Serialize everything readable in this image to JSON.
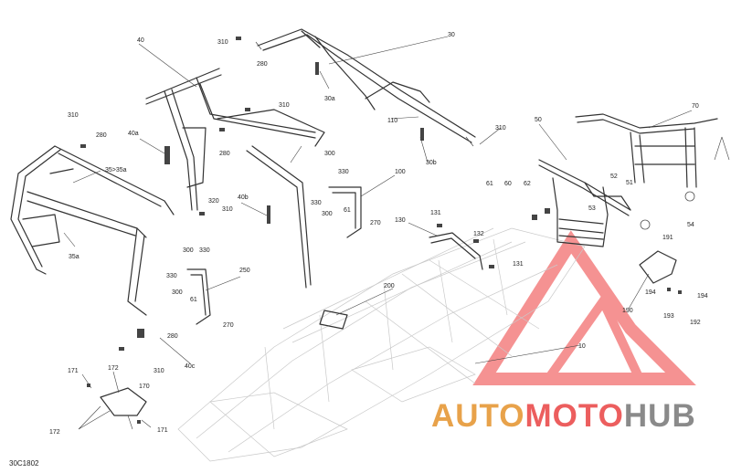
{
  "diagram": {
    "code": "30C1802",
    "labels": {
      "l10": "10",
      "l30": "30",
      "l30a": "30a",
      "l30b": "30b",
      "l35": "35>35a",
      "l35a": "35a",
      "l40": "40",
      "l40a": "40a",
      "l40b": "40b",
      "l40c": "40c",
      "l50": "50",
      "l51": "51",
      "l52": "52",
      "l53": "53",
      "l54": "54",
      "l60": "60",
      "l61a": "61",
      "l61b": "61",
      "l61c": "61",
      "l62": "62",
      "l70": "70",
      "l100": "100",
      "l110": "110",
      "l130": "130",
      "l131a": "131",
      "l131b": "131",
      "l132": "132",
      "l170": "170",
      "l171a": "171",
      "l171b": "171",
      "l172a": "172",
      "l172b": "172",
      "l190": "190",
      "l191": "191",
      "l192": "192",
      "l193": "193",
      "l194a": "194",
      "l194b": "194",
      "l200": "200",
      "l250": "250",
      "l270a": "270",
      "l270b": "270",
      "l280a": "280",
      "l280b": "280",
      "l280c": "280",
      "l280d": "280",
      "l300a": "300",
      "l300b": "300",
      "l300c": "300",
      "l300d": "300",
      "l310a": "310",
      "l310b": "310",
      "l310c": "310",
      "l310d": "310",
      "l310e": "310",
      "l310f": "310",
      "l320": "320",
      "l330a": "330",
      "l330b": "330",
      "l330c": "330",
      "l330d": "330"
    }
  },
  "watermark": {
    "part1": "AUTO",
    "part2": "MOTO",
    "part3": "HUB",
    "color1": "#e8a24a",
    "color2": "#ec5e5e",
    "color3": "#8a8a8a"
  }
}
